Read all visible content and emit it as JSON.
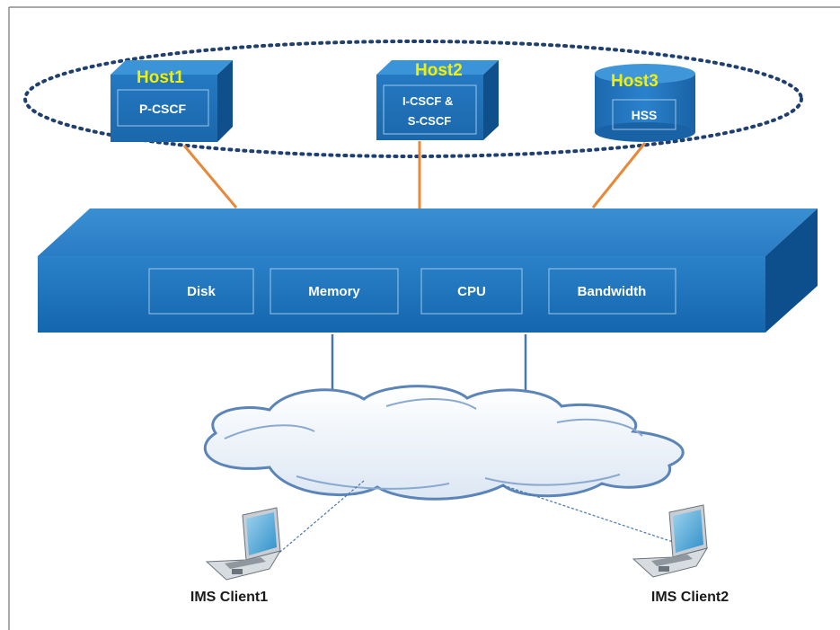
{
  "hosts": [
    {
      "host_label": "Host1",
      "service_label": [
        "P-CSCF"
      ]
    },
    {
      "host_label": "Host2",
      "service_label": [
        "I-CSCF &",
        "S-CSCF"
      ]
    },
    {
      "host_label": "Host3",
      "service_label": [
        "HSS"
      ]
    }
  ],
  "resources": [
    "Disk",
    "Memory",
    "CPU",
    "Bandwidth"
  ],
  "clients": [
    "IMS Client1",
    "IMS Client2"
  ],
  "colors": {
    "host_label": "#f2ef00",
    "box_blue": "#1b6fb8",
    "box_dark": "#0d4f8c",
    "connector_orange": "#e8893a",
    "dotted_ellipse": "#1e3f70",
    "cloud": "#5b84b8"
  }
}
